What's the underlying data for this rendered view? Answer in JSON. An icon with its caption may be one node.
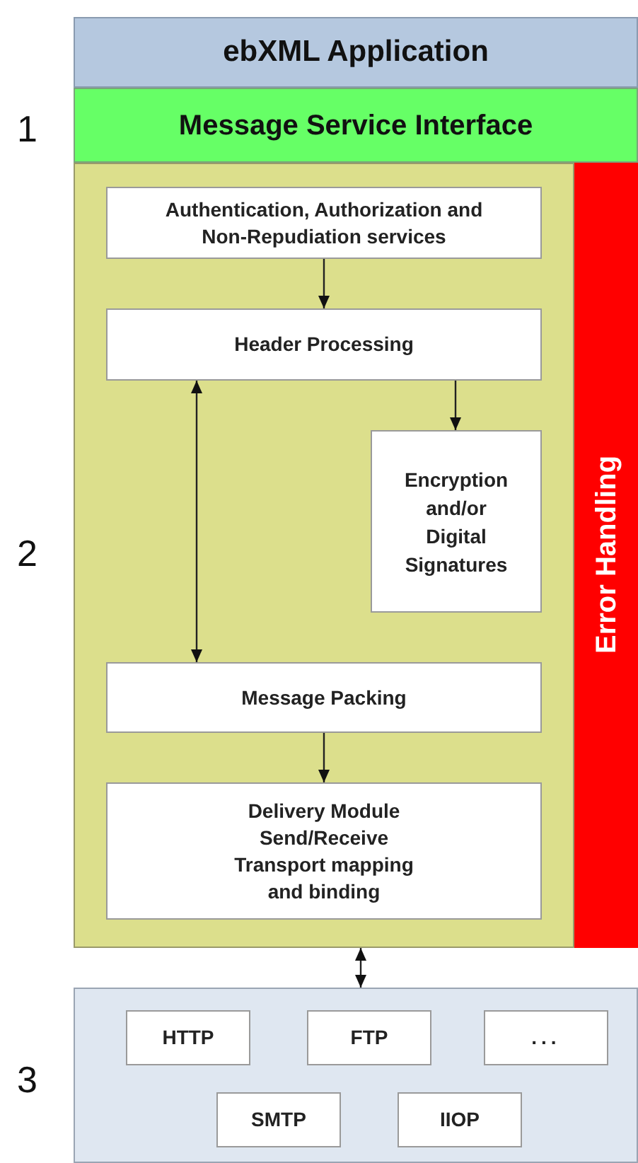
{
  "diagram": {
    "nodes": [
      {
        "text": [
          "ebXML Application"
        ]
      },
      {
        "text": [
          "Message Service Interface"
        ]
      },
      {
        "text": [],
        "shape": "box"
      },
      {
        "text": [
          "Authentication, Authorization and Non-Repudiation services"
        ],
        "in": 2
      },
      {
        "text": [
          "Header Processing"
        ],
        "in": 2
      },
      {
        "text": [
          "Encryption and/or Digital Signatures"
        ],
        "in": 2
      },
      {
        "text": [
          "Message Packing"
        ],
        "in": 2
      },
      {
        "text": [
          "Delivery Module Send/Receive Transport mapping and binding"
        ],
        "in": 2
      },
      {
        "text": [
          "Error Handling"
        ]
      },
      {
        "text": [],
        "shape": "box"
      },
      {
        "text": [
          "HTTP"
        ],
        "in": 9
      },
      {
        "text": [
          "FTP"
        ],
        "in": 9
      },
      {
        "text": [
          "..."
        ],
        "in": 9
      },
      {
        "text": [
          "SMTP"
        ],
        "in": 9
      },
      {
        "text": [
          "IIOP"
        ],
        "in": 9
      }
    ],
    "edges": [
      {
        "from": 3,
        "to": 4,
        "arrow": "to"
      },
      {
        "from": 4,
        "to": 5,
        "arrow": "to"
      },
      {
        "from": 4,
        "to": 6,
        "arrow": "both"
      },
      {
        "from": 6,
        "to": 7,
        "arrow": "to"
      },
      {
        "from": 2,
        "to": 9,
        "arrow": "both"
      }
    ],
    "labels": [
      "1",
      "2",
      "3"
    ]
  }
}
